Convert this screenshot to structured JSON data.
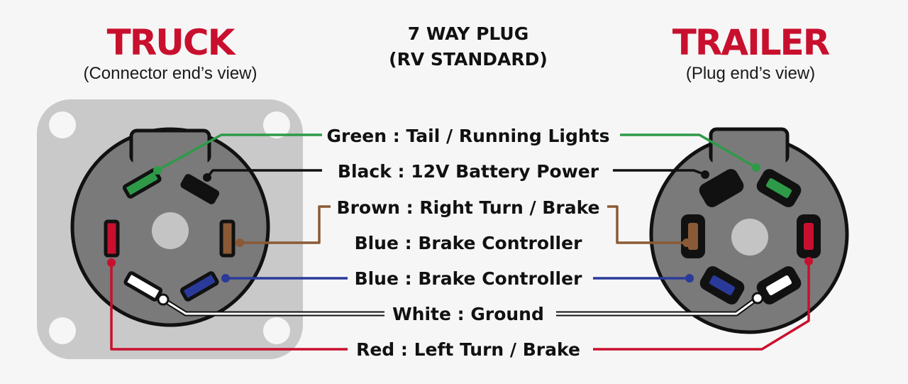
{
  "truck": {
    "title": "TRUCK",
    "subtitle": "(Connector end’s view)"
  },
  "center": {
    "title_line1": "7 WAY PLUG",
    "title_line2": "(RV STANDARD)"
  },
  "trailer": {
    "title": "TRAILER",
    "subtitle": "(Plug end’s view)"
  },
  "wires": [
    {
      "label": "Green : Tail / Running Lights",
      "color": "#2e9a48"
    },
    {
      "label": "Black : 12V Battery Power",
      "color": "#111111"
    },
    {
      "label": "Brown : Right Turn / Brake",
      "color": "#8a5a36"
    },
    {
      "label": "Blue : Brake Controller",
      "color": "#2a3a9a"
    },
    {
      "label": "Blue : Brake Controller",
      "color": "#2a3a9a"
    },
    {
      "label": "White : Ground",
      "color": "#ffffff"
    },
    {
      "label": "Red : Left Turn / Brake",
      "color": "#c8102e"
    }
  ],
  "colors": {
    "brand_red": "#c8102e",
    "plate_gray": "#c9c9c9",
    "face_gray": "#7a7a7a",
    "center_pin_gray": "#c4c4c4"
  }
}
